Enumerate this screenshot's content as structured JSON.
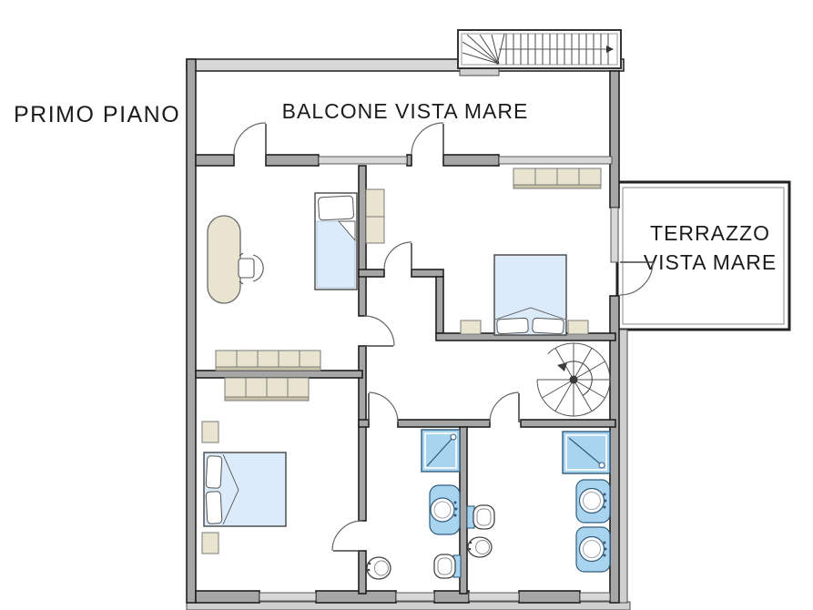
{
  "page": {
    "type": "floor-plan-drawing",
    "background": "#ffffff"
  },
  "labels": {
    "floor_title": "PRIMO PIANO",
    "balcony": "BALCONE VISTA MARE",
    "terrace_line1": "TERRAZZO",
    "terrace_line2": "VISTA MARE"
  },
  "colors": {
    "wall_fill": "#a6a6a6",
    "railing_window_fill": "#d8d8d8",
    "sill_fill": "#cfcfcf",
    "furniture_fill": "#e9e4cf",
    "furniture_band": "#c9c2a6",
    "bed_fill": "#dcebf9",
    "fixture_fill": "#a9d4f0",
    "outline": "#1f1f1f",
    "text": "#1b1b1b"
  },
  "elements": {
    "stairs": [
      "external-staircase",
      "spiral-staircase"
    ],
    "furniture": [
      "double-bed",
      "single-bed",
      "wardrobe",
      "oval-desk",
      "desk-chair",
      "nightstand"
    ],
    "bathroom_fixtures": [
      "shower",
      "washbasin",
      "toilet",
      "bidet"
    ],
    "openings": [
      "door-swing",
      "window"
    ]
  }
}
